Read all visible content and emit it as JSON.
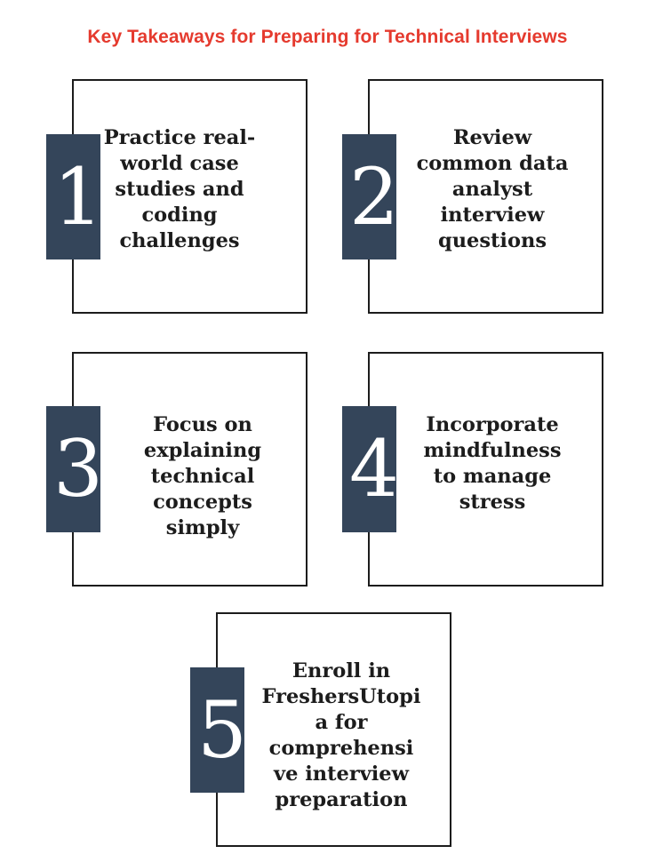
{
  "title": "Key Takeaways for Preparing for Technical Interviews",
  "colors": {
    "title": "#e53a2e",
    "tab": "#34455a",
    "border": "#1c1c1c",
    "text": "#1c1c1c"
  },
  "steps": [
    {
      "number": "1",
      "text": "Practice real-\nworld case\nstudies and\ncoding\nchallenges"
    },
    {
      "number": "2",
      "text": "Review\ncommon data\nanalyst\ninterview\nquestions"
    },
    {
      "number": "3",
      "text": "Focus on\nexplaining\ntechnical\nconcepts\nsimply"
    },
    {
      "number": "4",
      "text": "Incorporate\nmindfulness\nto manage\nstress"
    },
    {
      "number": "5",
      "text": "Enroll in\nFreshersUtopi\na for\ncomprehensi\nve interview\npreparation"
    }
  ]
}
